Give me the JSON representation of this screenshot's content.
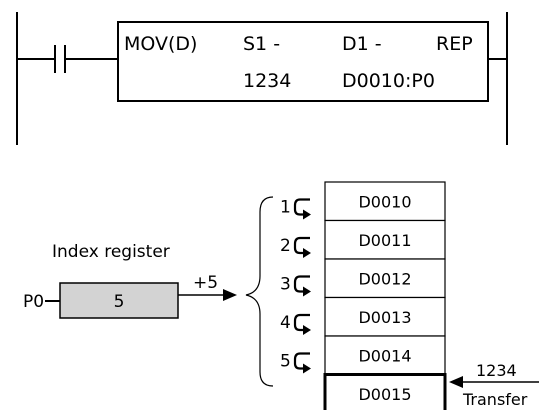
{
  "ladder": {
    "instruction": "MOV(D)",
    "s1_label": "S1 -",
    "d1_label": "D1 -",
    "rep_label": "REP",
    "s1_value": "1234",
    "d1_value": "D0010:P0"
  },
  "index_register": {
    "caption": "Index register",
    "name": "P0",
    "value": "5",
    "offset_label": "+5"
  },
  "registers": {
    "cells": [
      "D0010",
      "D0011",
      "D0012",
      "D0013",
      "D0014",
      "D0015"
    ],
    "highlighted": "D0015",
    "step_numbers": [
      "1",
      "2",
      "3",
      "4",
      "5"
    ]
  },
  "transfer": {
    "value": "1234",
    "label": "Transfer"
  },
  "colors": {
    "register_fill": "#d3d3d3",
    "line": "#000000"
  }
}
